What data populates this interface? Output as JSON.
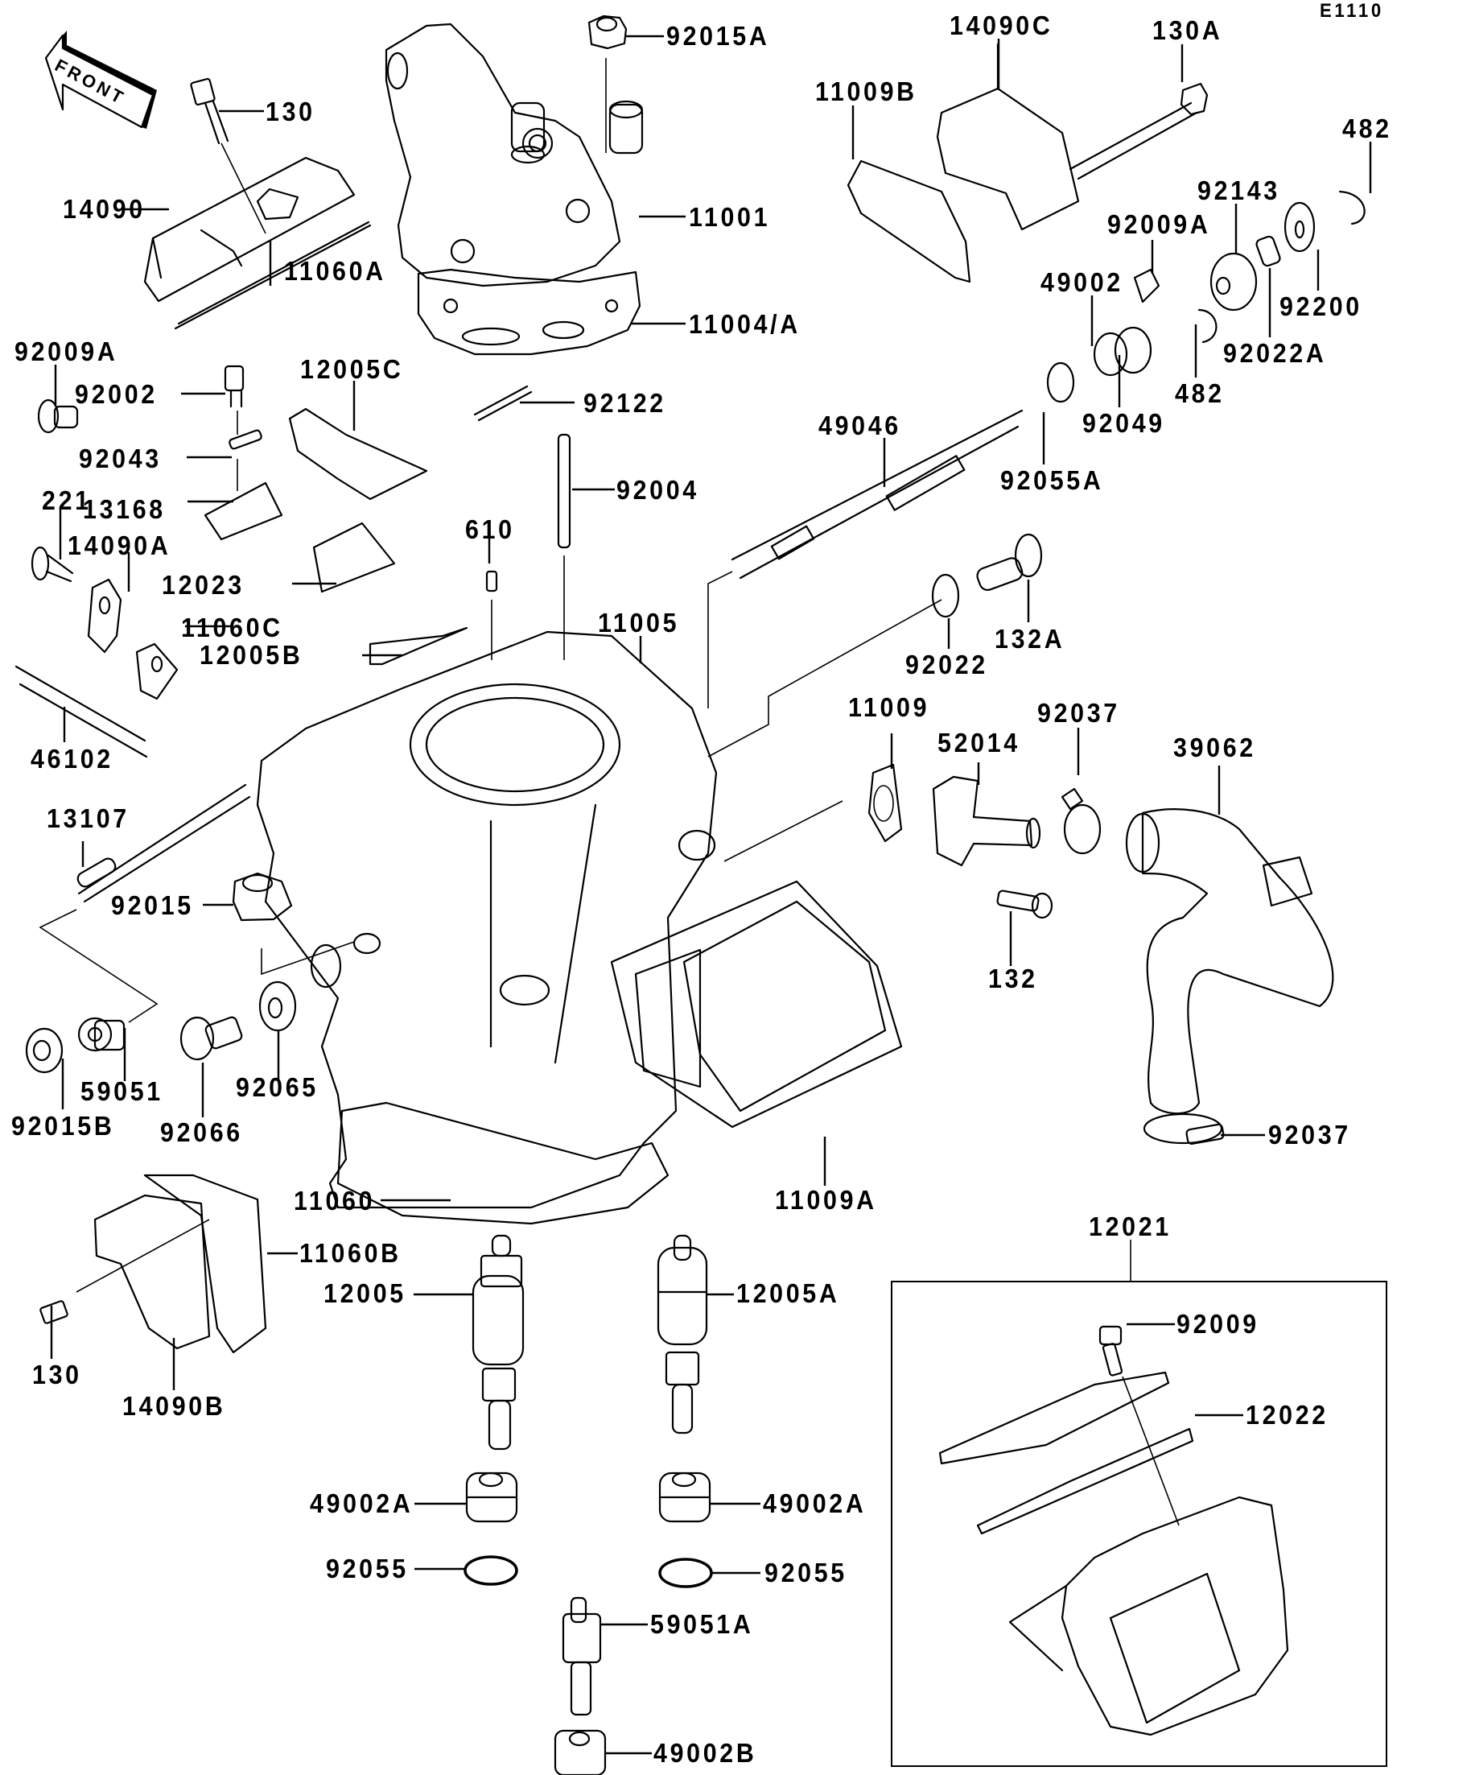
{
  "diagram": {
    "title_code": "E1110",
    "direction_badge": "FRONT",
    "inset_box_label": "12021",
    "labels": [
      {
        "id": "l130a",
        "text": "130"
      },
      {
        "id": "l14090",
        "text": "14090"
      },
      {
        "id": "l11060A",
        "text": "11060A"
      },
      {
        "id": "l92015A",
        "text": "92015A"
      },
      {
        "id": "l11001",
        "text": "11001"
      },
      {
        "id": "l11004A",
        "text": "11004/A"
      },
      {
        "id": "l11009B",
        "text": "11009B"
      },
      {
        "id": "l14090C",
        "text": "14090C"
      },
      {
        "id": "l130A",
        "text": "130A"
      },
      {
        "id": "l482a",
        "text": "482"
      },
      {
        "id": "l92143",
        "text": "92143"
      },
      {
        "id": "l92009Ar",
        "text": "92009A"
      },
      {
        "id": "l49002",
        "text": "49002"
      },
      {
        "id": "l92200",
        "text": "92200"
      },
      {
        "id": "l92022A",
        "text": "92022A"
      },
      {
        "id": "l482b",
        "text": "482"
      },
      {
        "id": "l92049",
        "text": "92049"
      },
      {
        "id": "l92055A",
        "text": "92055A"
      },
      {
        "id": "l92009Al",
        "text": "92009A"
      },
      {
        "id": "l92002",
        "text": "92002"
      },
      {
        "id": "l12005C",
        "text": "12005C"
      },
      {
        "id": "l92122",
        "text": "92122"
      },
      {
        "id": "l49046",
        "text": "49046"
      },
      {
        "id": "l92043",
        "text": "92043"
      },
      {
        "id": "l92004",
        "text": "92004"
      },
      {
        "id": "l221",
        "text": "221"
      },
      {
        "id": "l13168",
        "text": "13168"
      },
      {
        "id": "l14090A",
        "text": "14090A"
      },
      {
        "id": "l610",
        "text": "610"
      },
      {
        "id": "l12023",
        "text": "12023"
      },
      {
        "id": "l132A",
        "text": "132A"
      },
      {
        "id": "l11060C",
        "text": "11060C"
      },
      {
        "id": "l12005B",
        "text": "12005B"
      },
      {
        "id": "l11005",
        "text": "11005"
      },
      {
        "id": "l92022",
        "text": "92022"
      },
      {
        "id": "l46102",
        "text": "46102"
      },
      {
        "id": "l11009",
        "text": "11009"
      },
      {
        "id": "l92037a",
        "text": "92037"
      },
      {
        "id": "l52014",
        "text": "52014"
      },
      {
        "id": "l39062",
        "text": "39062"
      },
      {
        "id": "l13107",
        "text": "13107"
      },
      {
        "id": "l92015",
        "text": "92015"
      },
      {
        "id": "l132",
        "text": "132"
      },
      {
        "id": "l59051",
        "text": "59051"
      },
      {
        "id": "l92065",
        "text": "92065"
      },
      {
        "id": "l92015B",
        "text": "92015B"
      },
      {
        "id": "l92066",
        "text": "92066"
      },
      {
        "id": "l92037b",
        "text": "92037"
      },
      {
        "id": "l11060",
        "text": "11060"
      },
      {
        "id": "l11009A",
        "text": "11009A"
      },
      {
        "id": "l12021",
        "text": "12021"
      },
      {
        "id": "l11060B",
        "text": "11060B"
      },
      {
        "id": "l12005",
        "text": "12005"
      },
      {
        "id": "l12005A",
        "text": "12005A"
      },
      {
        "id": "l92009",
        "text": "92009"
      },
      {
        "id": "l12022",
        "text": "12022"
      },
      {
        "id": "l130b",
        "text": "130"
      },
      {
        "id": "l14090B",
        "text": "14090B"
      },
      {
        "id": "l49002Aa",
        "text": "49002A"
      },
      {
        "id": "l49002Ab",
        "text": "49002A"
      },
      {
        "id": "l92055a",
        "text": "92055"
      },
      {
        "id": "l92055b",
        "text": "92055"
      },
      {
        "id": "l59051A",
        "text": "59051A"
      },
      {
        "id": "l49002B",
        "text": "49002B"
      }
    ]
  }
}
